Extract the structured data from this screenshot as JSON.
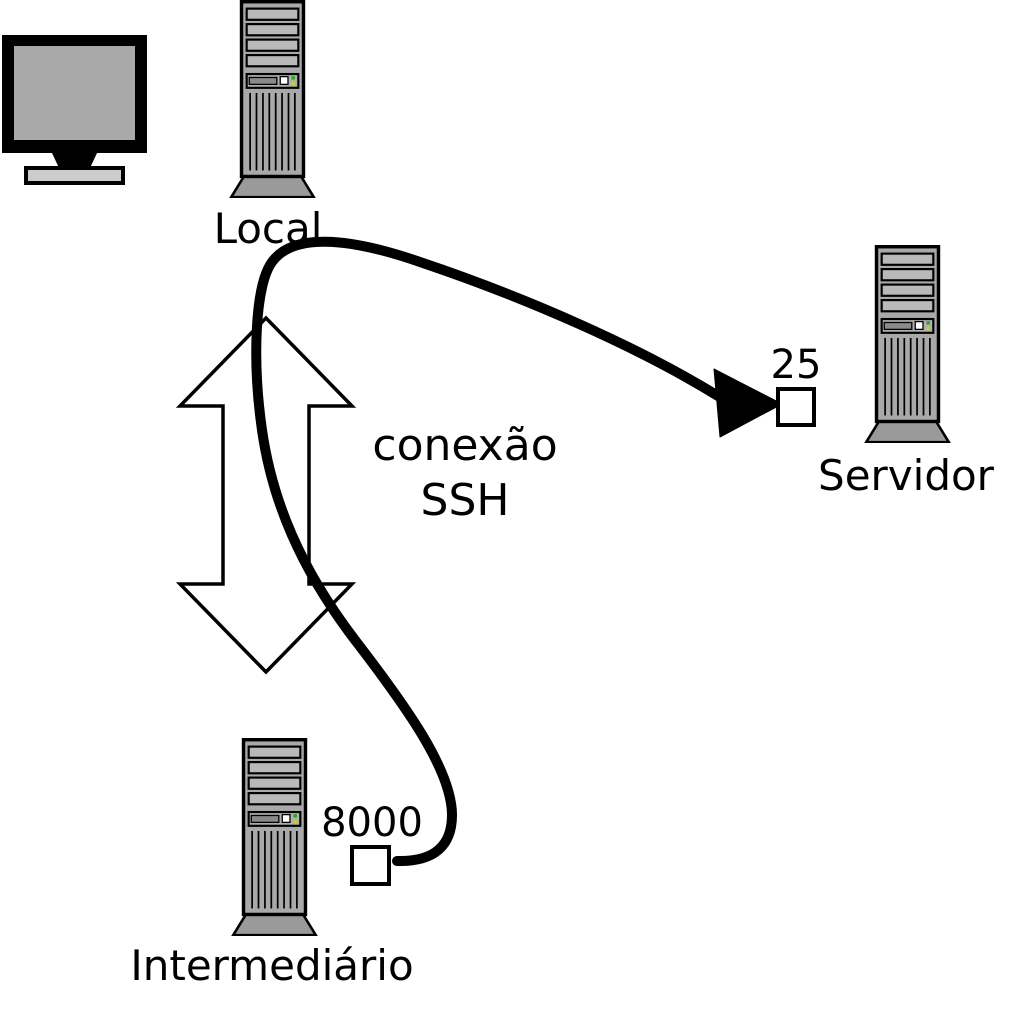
{
  "diagram": {
    "nodes": {
      "local": {
        "label": "Local"
      },
      "servidor": {
        "label": "Servidor",
        "port_label": "25"
      },
      "intermediario": {
        "label": "Intermediário",
        "port_label": "8000"
      }
    },
    "connection": {
      "label_line1": "conexão",
      "label_line2": "SSH"
    },
    "icons": {
      "monitor": "monitor-icon",
      "tower": "computer-tower-icon",
      "double_arrow": "double-arrow-icon",
      "tunnel": "tunnel-curve"
    },
    "colors": {
      "background": "#ffffff",
      "tower_fill": "#a9a9a9",
      "bay_fill": "#b9b9b9",
      "base_fill": "#9a9a9a",
      "stroke": "#000000",
      "arrow_fill": "#ffffff",
      "led_green": "#22aa22",
      "led_yellow": "#cccc22"
    }
  }
}
